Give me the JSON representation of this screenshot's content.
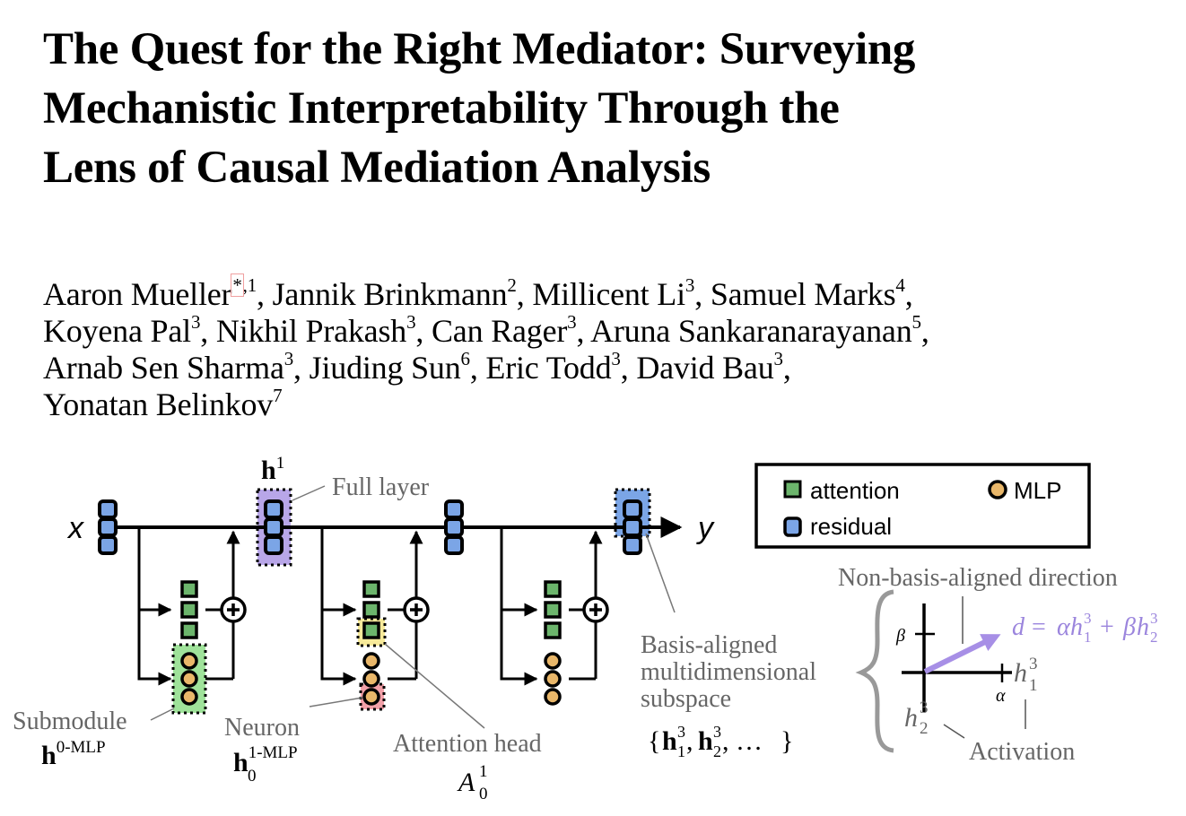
{
  "paper": {
    "title_lines": [
      "The Quest for the Right Mediator: Surveying",
      "Mechanistic Interpretability Through the",
      "Lens of Causal Mediation Analysis"
    ],
    "authors": [
      {
        "name": "Aaron Mueller",
        "marker": "*",
        "affil": "1"
      },
      {
        "name": "Jannik Brinkmann",
        "affil": "2"
      },
      {
        "name": "Millicent Li",
        "affil": "3"
      },
      {
        "name": "Samuel Marks",
        "affil": "4"
      },
      {
        "name": "Koyena Pal",
        "affil": "3"
      },
      {
        "name": "Nikhil Prakash",
        "affil": "3"
      },
      {
        "name": "Can Rager",
        "affil": "3"
      },
      {
        "name": "Aruna Sankaranarayanan",
        "affil": "5"
      },
      {
        "name": "Arnab Sen Sharma",
        "affil": "3"
      },
      {
        "name": "Jiuding Sun",
        "affil": "6"
      },
      {
        "name": "Eric Todd",
        "affil": "3"
      },
      {
        "name": "David Bau",
        "affil": "3"
      },
      {
        "name": "Yonatan Belinkov",
        "affil": "7"
      }
    ],
    "author_line_breaks": [
      4,
      8,
      12
    ]
  },
  "figure": {
    "input_label": "x",
    "output_label": "y",
    "full_layer": {
      "label": "Full layer",
      "symbol": "h",
      "sup": "1"
    },
    "submodule": {
      "label": "Submodule",
      "symbol": "h",
      "sup": "0-MLP"
    },
    "neuron": {
      "label": "Neuron",
      "symbol": "h",
      "sub": "0",
      "sup": "1-MLP"
    },
    "attention_head": {
      "label": "Attention head",
      "symbol": "A",
      "sub": "0",
      "sup": "1"
    },
    "basis_aligned": {
      "label_lines": [
        "Basis-aligned",
        "multidimensional",
        "subspace"
      ],
      "set_expr": {
        "open": "{",
        "items": [
          {
            "sym": "h",
            "sub": "1",
            "sup": "3"
          },
          {
            "sym": "h",
            "sub": "2",
            "sup": "3"
          }
        ],
        "ellipsis": "…",
        "close": "}"
      }
    },
    "non_basis": {
      "label": "Non-basis-aligned direction",
      "equation": {
        "lhs": "d",
        "eq": "=",
        "t1_coef": "α",
        "t1_sym": "h",
        "t1_sub": "1",
        "t1_sup": "3",
        "plus": "+",
        "t2_coef": "β",
        "t2_sym": "h",
        "t2_sub": "2",
        "t2_sup": "3"
      }
    },
    "axes": {
      "x_axis": {
        "sym": "h",
        "sub": "1",
        "sup": "3",
        "tick": "α"
      },
      "y_axis": {
        "sym": "h",
        "sub": "2",
        "sup": "3",
        "tick": "β"
      },
      "activation_label": "Activation"
    },
    "legend": {
      "items": [
        {
          "label": "attention",
          "shape": "square",
          "color": "#6cb56c"
        },
        {
          "label": "MLP",
          "shape": "circle",
          "color": "#e9b76a"
        },
        {
          "label": "residual",
          "shape": "rounded-square",
          "color": "#7ba5e6"
        }
      ]
    },
    "colors": {
      "residual": "#7ba5e6",
      "attention": "#6cb56c",
      "mlp": "#e9b76a",
      "full_layer_highlight": "#b8a6e8",
      "submodule_highlight": "#9fe29a",
      "neuron_highlight": "#f2a0a8",
      "head_highlight": "#f7ea9a",
      "subspace_highlight": "#7ba5e6",
      "direction": "#a78fe6"
    }
  }
}
